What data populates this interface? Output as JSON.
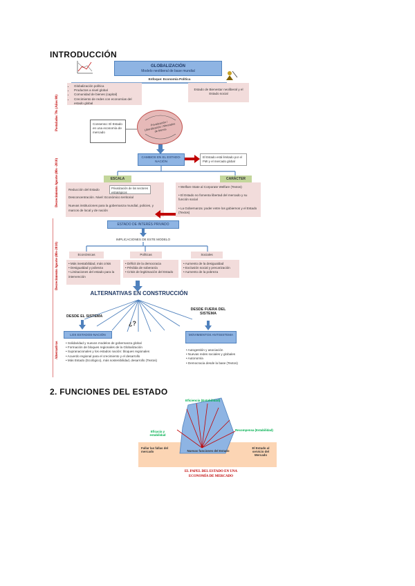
{
  "section1": {
    "title": "INTRODUCCIÓN"
  },
  "section2": {
    "title": "2. FUNCIONES DEL ESTADO"
  },
  "diagram1": {
    "glob_title": "GLOBALIZACIÓN",
    "glob_sub": "Modelo neoliberal de base mundial",
    "enfoque": "Enfoque: Economía Política",
    "left_list": [
      "Globalización política",
      "Productos a nivel global",
      "Comunidad de bienes (capital)",
      "Crecimiento de redes con economías del estado global"
    ],
    "right_box": "Estado de Bienestar neoliberal y el Estado social",
    "side_1": "Postulados 70s (Años 80)",
    "side_2": "Decrecimiento Aporte (80s -2010)",
    "side_3": "Decrecimiento Aporte (80s-2010)",
    "side_4": "Alternativas",
    "circle_text": "Privatización / Liberalización / Mercados de bienes",
    "left_mid": "Consenso: El Estado en una economía de mercado",
    "cambio": "CAMBIOS EN EL ESTADO-NACIÓN",
    "right_mid": "El Estado está limitado por el FMI y el mercado global",
    "escala_label": "ESCALA",
    "caracter_label": "CARÁCTER",
    "escala_items": [
      "Reducción del Estado",
      "Desconcentración. Nivel: Económico territorial",
      "Nuevas instituciones para la gobernanza mundial, policies, y marcos de local y de nación"
    ],
    "escala_inner": "Privatización de los sectores estratégicos",
    "caracter_items": [
      "Welfare State al Corporate Welfare (Textos)",
      "El Estado no fomenta libertad del mercado y su función social",
      "La Gobernanza: poder entre los gobiernos y el Estado (Textos)"
    ],
    "estado_privado": "ESTADO DE INTERÉS PRIVADO",
    "implicaciones": "IMPLICACIONES DE ESTE MODELO",
    "col_titles": [
      "Económicas",
      "Políticas",
      "Sociales"
    ],
    "col_econ": [
      "Más inestabilidad, más crisis",
      "Desigualdad y pobreza",
      "Limitaciones del estado para la intervención"
    ],
    "col_pol": [
      "Déficit de la democracia",
      "Pérdida de soberanía",
      "Crisis de legitimación del Estado"
    ],
    "col_soc": [
      "Aumento de la desigualdad",
      "Exclusión social y precarización",
      "Aumento de la pobreza"
    ],
    "alternativas": "ALTERNATIVAS EN CONSTRUCCIÓN",
    "desde_dentro": "DESDE EL SISTEMA",
    "desde_fuera": "DESDE FUERA DEL SISTEMA",
    "question": "¿?",
    "left_alt_title": "LOS ESTADOS-NACIÓN",
    "left_alt_items": [
      "Solidaridad y nuevos modelos de gobernanza global",
      "Formación de bloques regionales de la Globalización",
      "Supranacionales y los estados nación: bloques regionales",
      "Acuerdo regional para el crecimiento y el desarrollo",
      "Más Estado (Ecológico), más sostenibilidad, desarrollo (Textos)"
    ],
    "right_alt_title": "MOVIMIENTOS ANTISISTEMA",
    "right_alt_items": [
      "Autogestión y asociación",
      "Nuevas redes sociales y globales",
      "Autonomía",
      "Democracia desde la base (Textos)"
    ]
  },
  "diagram2": {
    "top_label": "Eficiencia (Estabilidad)",
    "left_label": "Eficacia y estabilidad",
    "right_label": "Recompensa (Estabilidad)",
    "box_left": "Fallar las fallas del mercado",
    "box_mid": "Nuevas funciones del Estado",
    "box_right": "El Estado al servicio del Mercado",
    "caption_line1": "EL PAPEL DEL ESTADO EN UNA",
    "caption_line2": "ECONOMÍA DE MERCADO"
  },
  "colors": {
    "pink": "#f2dcdb",
    "blue": "#8eb4e3",
    "green": "#c3d69b",
    "red": "#c00000",
    "sand": "#fcd5b4"
  }
}
